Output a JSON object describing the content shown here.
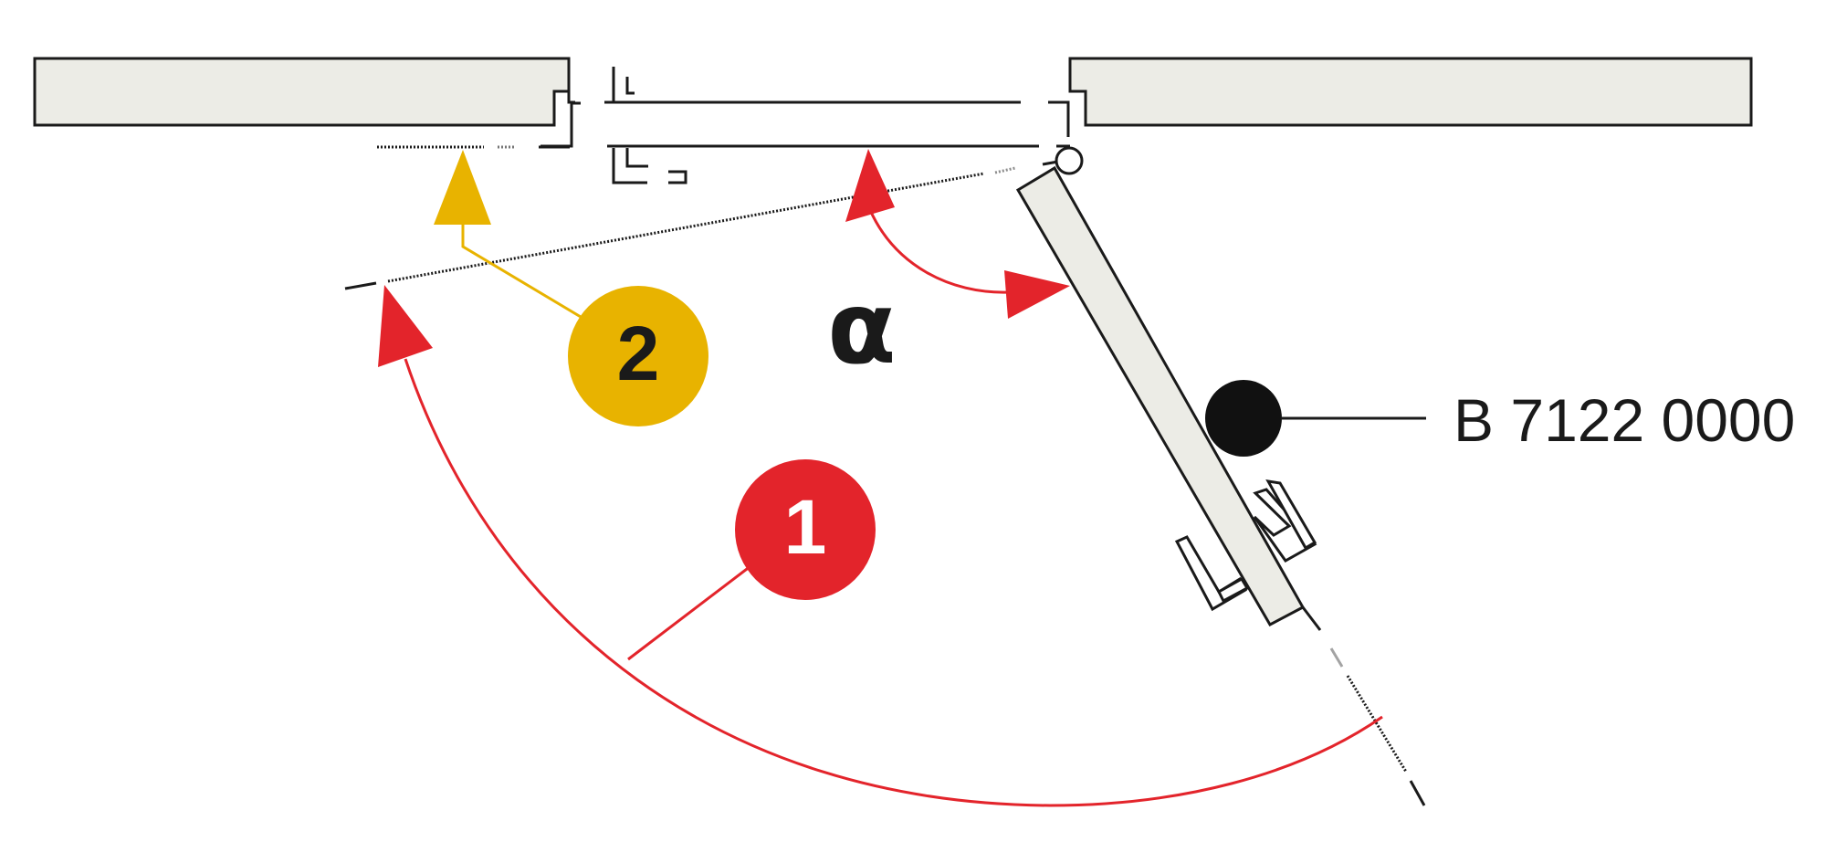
{
  "diagram": {
    "part_number": "B 7122 0000",
    "angle_symbol": "α",
    "callouts": [
      {
        "number": "1",
        "color": "#E3242B",
        "text_color": "#ffffff"
      },
      {
        "number": "2",
        "color": "#E8B300",
        "text_color": "#1a1a1a"
      }
    ],
    "colors": {
      "wall_fill": "#ECECE6",
      "stroke": "#1a1a1a",
      "red": "#E3242B",
      "yellow": "#E8B300",
      "dot": "#111111"
    }
  }
}
